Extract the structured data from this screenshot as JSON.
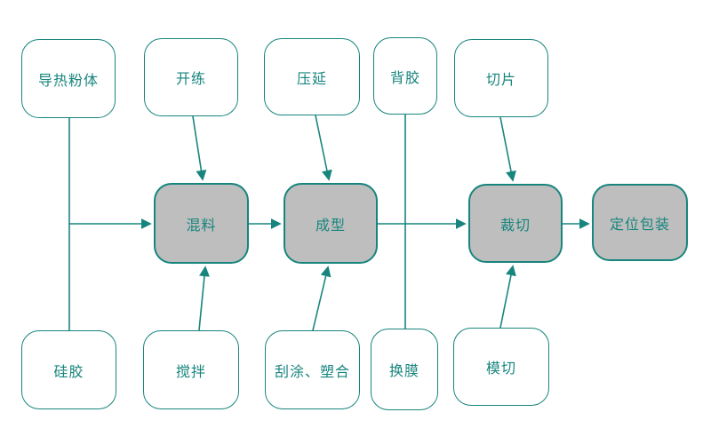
{
  "diagram": {
    "type": "flowchart",
    "background_color": "#ffffff",
    "accent_color": "#17857d",
    "input_node_fill": "#ffffff",
    "process_node_fill": "#bebebe",
    "nodes": {
      "thermal_powder": {
        "label": "导热粉体",
        "kind": "input"
      },
      "kneading": {
        "label": "开练",
        "kind": "input"
      },
      "calendering": {
        "label": "压延",
        "kind": "input"
      },
      "backing_adhesive": {
        "label": "背胶",
        "kind": "input"
      },
      "slicing": {
        "label": "切片",
        "kind": "input"
      },
      "mixing": {
        "label": "混料",
        "kind": "process"
      },
      "forming": {
        "label": "成型",
        "kind": "process"
      },
      "cutting": {
        "label": "裁切",
        "kind": "process"
      },
      "positioning_packaging": {
        "label": "定位包装",
        "kind": "process"
      },
      "silicone": {
        "label": "硅胶",
        "kind": "input"
      },
      "stirring": {
        "label": "搅拌",
        "kind": "input"
      },
      "scrape_coat_laminate": {
        "label": "刮涂、塑合",
        "kind": "input"
      },
      "film_change": {
        "label": "换膜",
        "kind": "input"
      },
      "die_cutting": {
        "label": "模切",
        "kind": "input"
      }
    },
    "edges": [
      {
        "from": "thermal_powder",
        "to": "mixing",
        "style": "vertical-junction-then-arrow"
      },
      {
        "from": "silicone",
        "to": "mixing",
        "style": "vertical-junction-then-arrow"
      },
      {
        "from": "kneading",
        "to": "mixing",
        "style": "diagonal-arrow"
      },
      {
        "from": "stirring",
        "to": "mixing",
        "style": "diagonal-arrow"
      },
      {
        "from": "mixing",
        "to": "forming",
        "style": "horizontal-arrow"
      },
      {
        "from": "calendering",
        "to": "forming",
        "style": "diagonal-arrow"
      },
      {
        "from": "scrape_coat_laminate",
        "to": "forming",
        "style": "diagonal-arrow"
      },
      {
        "from": "forming",
        "to": "cutting",
        "style": "horizontal-arrow"
      },
      {
        "from": "backing_adhesive",
        "to": "film_change",
        "style": "vertical-line"
      },
      {
        "from": "slicing",
        "to": "cutting",
        "style": "diagonal-arrow"
      },
      {
        "from": "die_cutting",
        "to": "cutting",
        "style": "diagonal-arrow"
      },
      {
        "from": "cutting",
        "to": "positioning_packaging",
        "style": "horizontal-arrow"
      }
    ]
  }
}
